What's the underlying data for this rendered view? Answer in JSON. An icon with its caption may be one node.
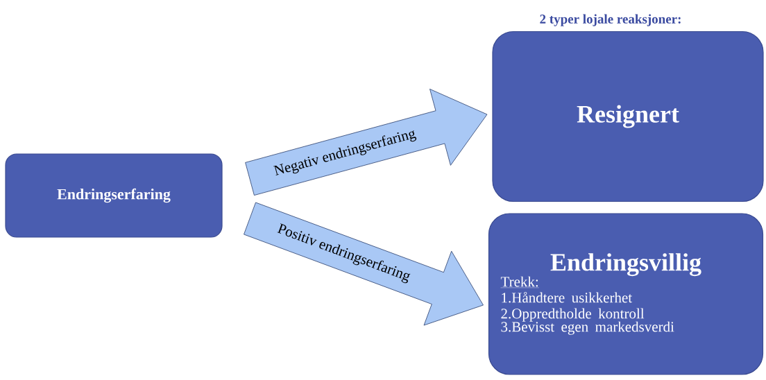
{
  "diagram": {
    "nodes": [
      {
        "text": [
          "Endringserfaring"
        ]
      },
      {
        "text": [
          "Resignert"
        ]
      },
      {
        "text": [
          "Endringsvillig",
          "Trekk:",
          "1.Håndtere usikkerhet",
          "2.Oppredtholde kontroll",
          "3.Bevisst egen markedsverdi"
        ]
      }
    ],
    "edges": [
      {
        "from": 0,
        "to": 1,
        "arrow": "to",
        "label": "Negativ endringserfaring"
      },
      {
        "from": 0,
        "to": 2,
        "arrow": "to",
        "label": "Positiv endringserfaring"
      }
    ],
    "title": "2 typer lojale reaksjoner:"
  }
}
